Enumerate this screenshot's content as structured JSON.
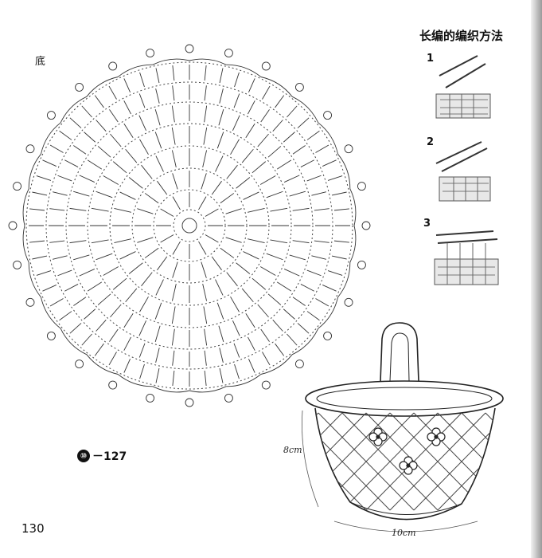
{
  "diagram": {
    "base_label": "底",
    "figure_number": {
      "circled": "⑩",
      "text": "－127"
    }
  },
  "instructions": {
    "title": "长编的编织方法",
    "steps": [
      "1",
      "2",
      "3"
    ]
  },
  "basket": {
    "height_label": "8cm",
    "width_label": "10cm"
  },
  "page_number": "130"
}
